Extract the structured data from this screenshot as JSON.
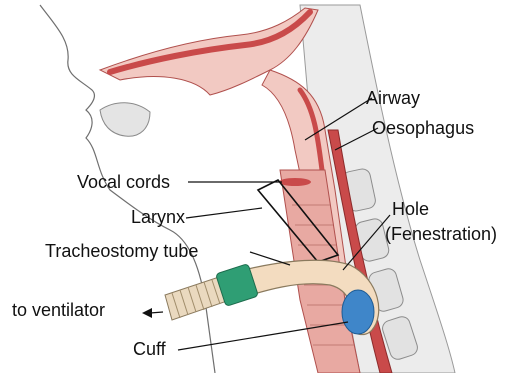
{
  "labels": {
    "airway": "Airway",
    "oesophagus": "Oesophagus",
    "vocal_cords": "Vocal cords",
    "larynx": "Larynx",
    "hole": "Hole",
    "fenestration": "(Fenestration)",
    "tracheostomy_tube": "Tracheostomy tube",
    "to_ventilator": "to ventilator",
    "cuff": "Cuff"
  },
  "colors": {
    "airway": "#c94a4a",
    "tissue": "#f2c9c2",
    "outline": "#6f6f6f",
    "skin": "#ececec",
    "tube": "#f3dcc0",
    "tube_collar": "#2f9e74",
    "cuff": "#3f86c9",
    "ventilator_hose": "#ead9bf"
  }
}
